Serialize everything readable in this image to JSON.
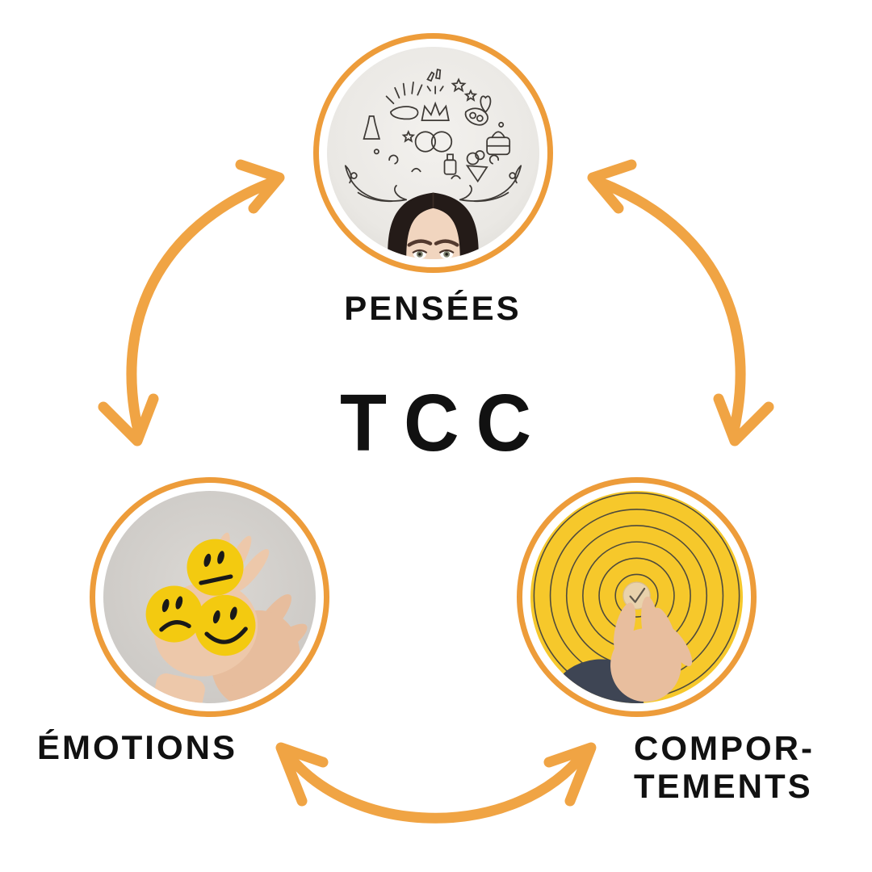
{
  "diagram": {
    "center_title": "TCC",
    "nodes": {
      "pensees": {
        "label": "PENSÉES",
        "image": "woman-with-thought-doodles-photo"
      },
      "emotions": {
        "label": "ÉMOTIONS",
        "image": "hands-holding-smiley-faces-photo"
      },
      "comportements": {
        "label_line1": "COMPOR-",
        "label_line2": "TEMENTS",
        "image": "hand-placing-check-token-on-target-photo"
      }
    },
    "arrows": [
      {
        "name": "pensees-emotions",
        "direction": "bidirectional"
      },
      {
        "name": "pensees-comportements",
        "direction": "bidirectional"
      },
      {
        "name": "emotions-comportements",
        "direction": "bidirectional"
      }
    ],
    "colors": {
      "background": "#FFFFFF",
      "ring_orange": "#ED9C3A",
      "arrow_orange": "#F0A444",
      "label_black": "#111111",
      "photo_yellow": "#F6C82B",
      "smiley_yellow": "#F3CA10"
    }
  }
}
